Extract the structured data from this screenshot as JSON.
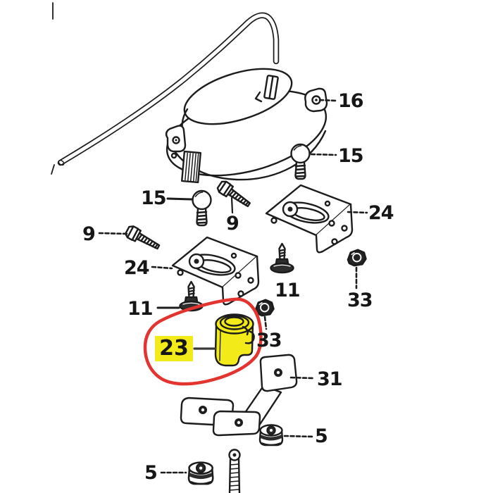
{
  "diagram": {
    "kind": "exploded-parts-diagram",
    "background": "#ffffff"
  },
  "colors": {
    "line": "#1c1c1c",
    "leader": "#3a3a3a",
    "highlight_yellow": "#f3ea1a",
    "highlight_red": "#e43430"
  },
  "callouts": [
    {
      "label": "16"
    },
    {
      "label": "15"
    },
    {
      "label": "15"
    },
    {
      "label": "9"
    },
    {
      "label": "9"
    },
    {
      "label": "24"
    },
    {
      "label": "24"
    },
    {
      "label": "11"
    },
    {
      "label": "11"
    },
    {
      "label": "33"
    },
    {
      "label": "33"
    },
    {
      "label": "23",
      "highlighted": true
    },
    {
      "label": "31"
    },
    {
      "label": "5"
    },
    {
      "label": "5"
    }
  ]
}
